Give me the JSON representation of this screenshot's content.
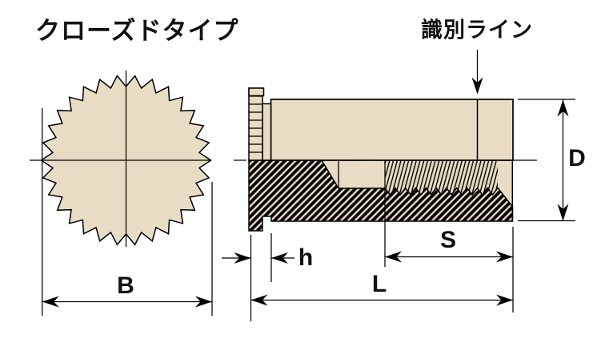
{
  "title": "クローズドタイプ",
  "annotation": {
    "label": "識別ライン"
  },
  "dimensions": {
    "flange_diameter": "B",
    "head_height": "h",
    "thread_length": "S",
    "overall_length": "L",
    "body_diameter": "D"
  },
  "colors": {
    "part_fill": "#e8dcc4",
    "line": "#000000",
    "background": "#ffffff",
    "text": "#111111"
  }
}
